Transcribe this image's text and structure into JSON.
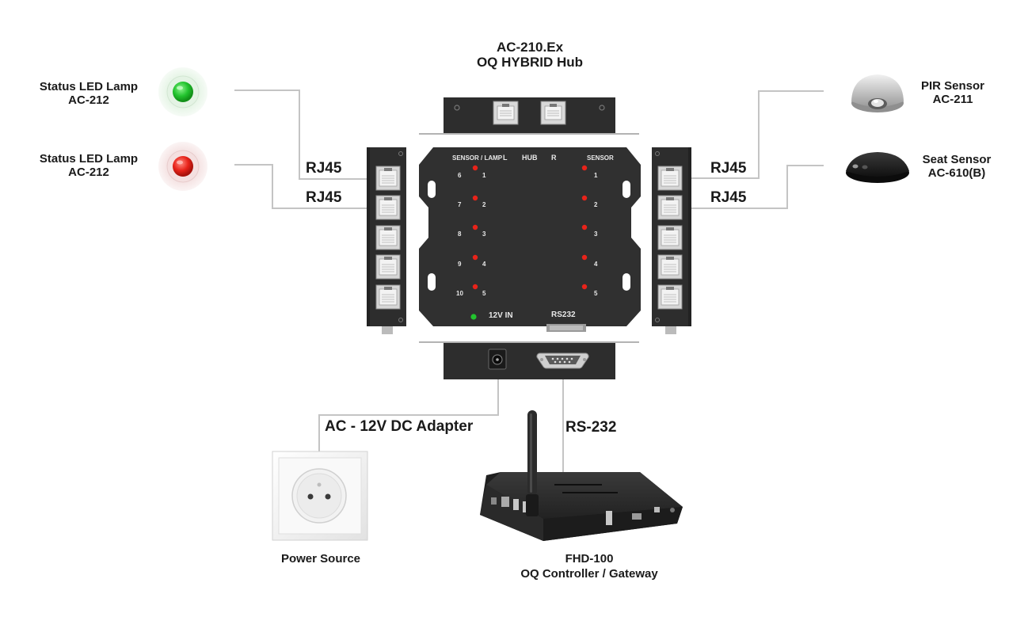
{
  "hub": {
    "model": "AC-210.Ex",
    "name": "OQ HYBRID Hub",
    "panel": {
      "sensor_lamp": "SENSOR / LAMP",
      "l": "L",
      "hub": "HUB",
      "r": "R",
      "sensor": "SENSOR",
      "left_ports": [
        "6",
        "7",
        "8",
        "9",
        "10"
      ],
      "mid_left_ports": [
        "1",
        "2",
        "3",
        "4",
        "5"
      ],
      "right_ports": [
        "1",
        "2",
        "3",
        "4",
        "5"
      ],
      "power": "12V IN",
      "serial": "RS232"
    }
  },
  "devices": {
    "lamp_green": {
      "name": "Status LED Lamp",
      "model": "AC-212",
      "color": "#22c32e"
    },
    "lamp_red": {
      "name": "Status LED Lamp",
      "model": "AC-212",
      "color": "#e8231a"
    },
    "pir": {
      "name": "PIR Sensor",
      "model": "AC-211"
    },
    "seat": {
      "name": "Seat Sensor",
      "model": "AC-610(B)"
    },
    "power_source": "Power Source",
    "controller": {
      "model": "FHD-100",
      "name": "OQ Controller / Gateway"
    }
  },
  "connections": {
    "rj45": "RJ45",
    "adapter": "AC - 12V DC Adapter",
    "rs232": "RS-232"
  },
  "colors": {
    "device_body": "#2a2a2a",
    "wire": "#c4c4c4",
    "led_red": "#e8231a",
    "led_green": "#22c32e"
  }
}
